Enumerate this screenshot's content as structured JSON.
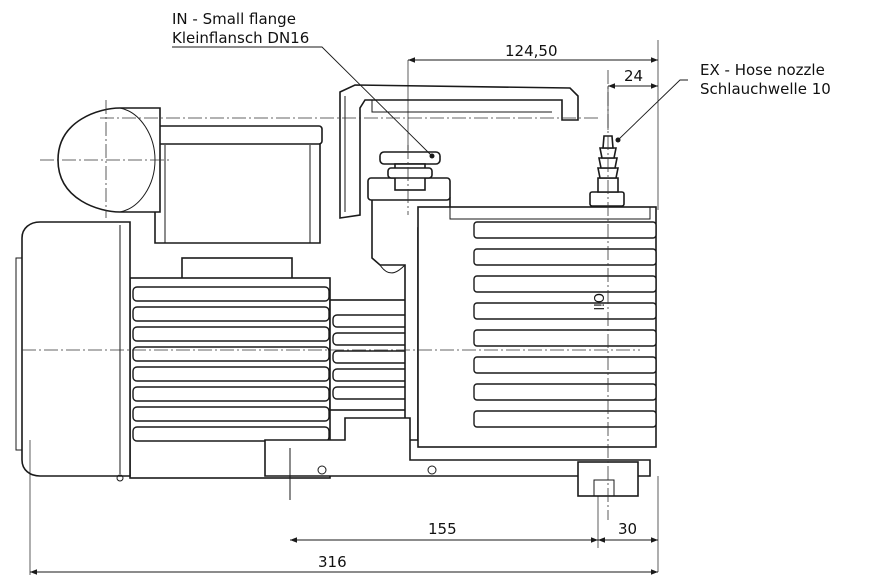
{
  "drawing": {
    "labels": {
      "inlet_line1": "IN - Small flange",
      "inlet_line2": "Kleinflansch DN16",
      "exhaust_line1": "EX - Hose nozzle",
      "exhaust_line2": "Schlauchwelle 10",
      "oil_marking": "Oil"
    },
    "dimensions": {
      "inlet_to_right": "124,50",
      "nozzle_offset": "24",
      "foot_span": "155",
      "foot_offset": "30",
      "overall_length": "316"
    }
  }
}
